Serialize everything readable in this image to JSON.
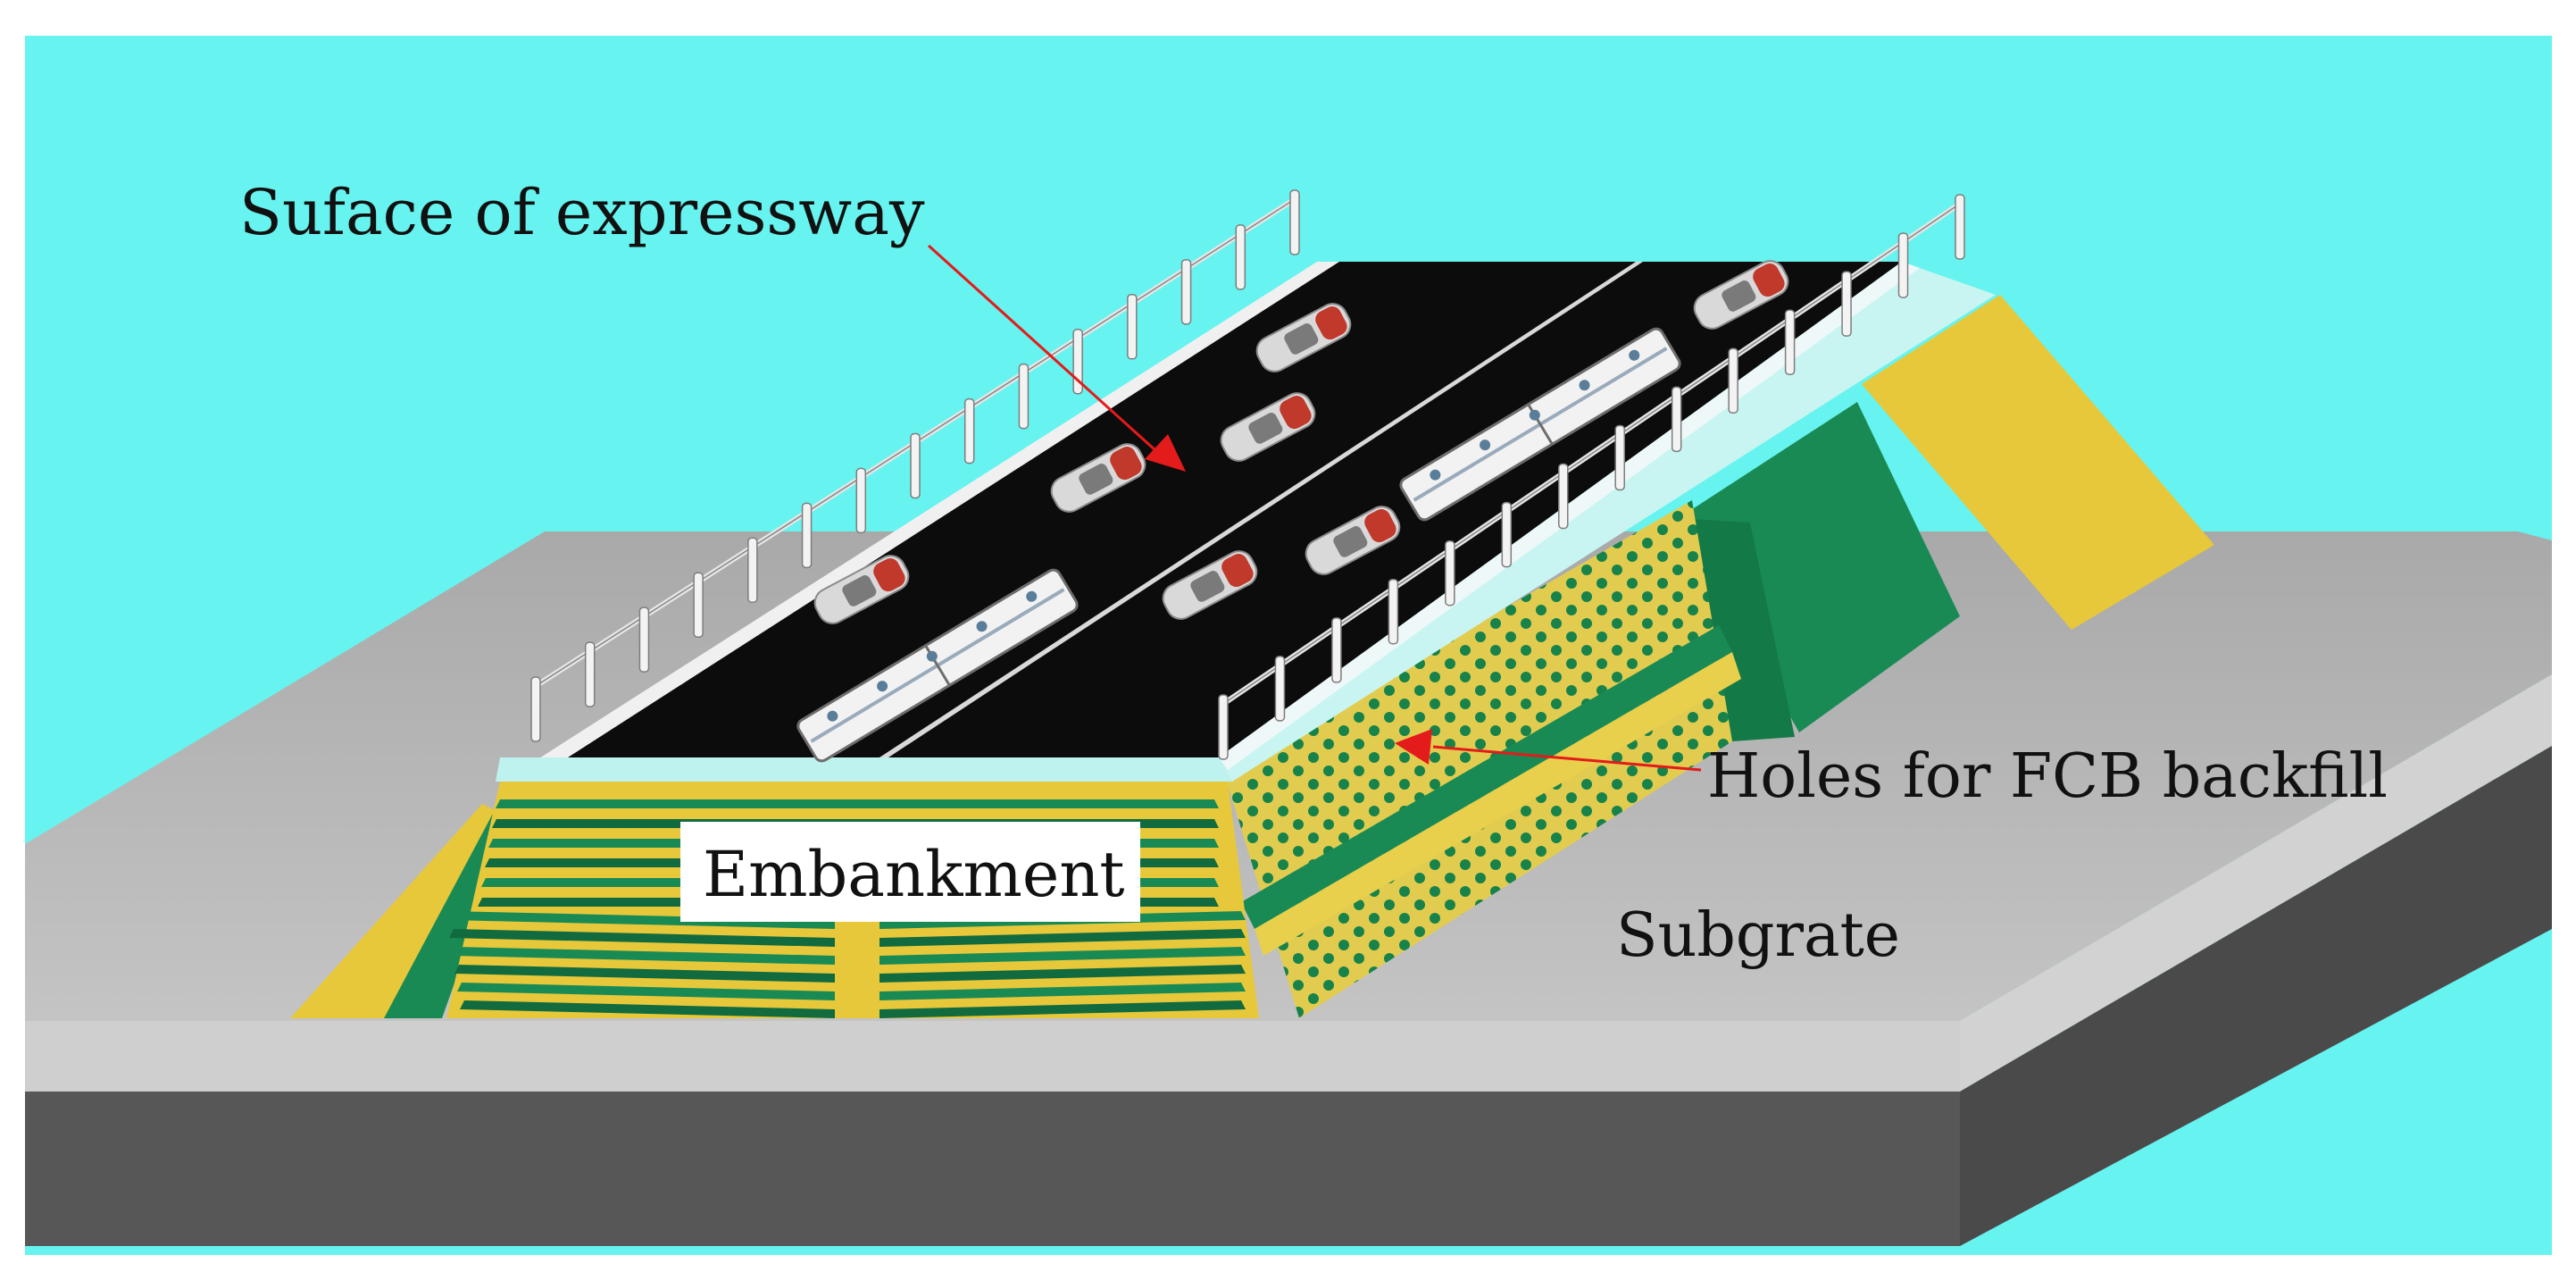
{
  "labels": {
    "surface": "Suface of expressway",
    "holes": "Holes for FCB backfill",
    "embankment": "Embankment",
    "subgrade": "Subgrate"
  },
  "colors": {
    "sky": "#67f3ef",
    "ground_top": "#bcbcbc",
    "ground_front": "#575757",
    "road": "#0c0c0c",
    "fill_yellow": "#e7c83a",
    "fill_green": "#1a8a55",
    "arrow": "#e31b1b"
  }
}
